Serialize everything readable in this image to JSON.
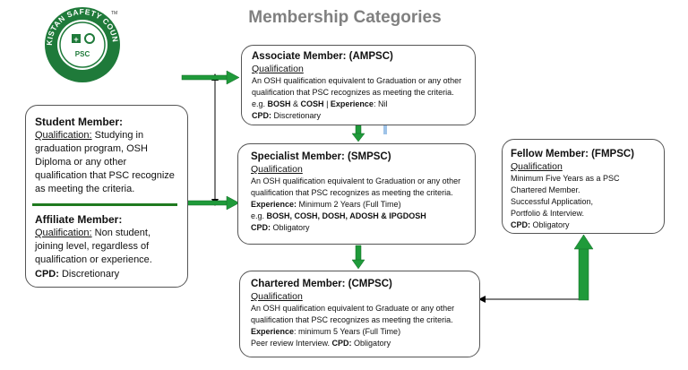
{
  "title": "Membership Categories",
  "logo": {
    "text": "PAKISTAN SAFETY COUNCIL",
    "abbr": "PSC",
    "tm": "TM"
  },
  "student": {
    "heading": "Student Member:",
    "qual_label": "Qualification:",
    "qual_text": " Studying in graduation program, OSH Diploma or any other qualification that PSC recognize as meeting the criteria."
  },
  "affiliate": {
    "heading": "Affiliate Member:",
    "qual_label": "Qualification:",
    "qual_text": "  Non student, joining level, regardless of qualification or experience.",
    "cpd_label": "CPD:",
    "cpd_text": " Discretionary"
  },
  "associate": {
    "heading": "Associate Member: (AMPSC)",
    "qual_label": "Qualification",
    "desc": "An OSH qualification equivalent to Graduation  or any other qualification that PSC recognizes as meeting the criteria.  e.g. ",
    "b1": "BOSH",
    "amp": " & ",
    "b2": "COSH",
    "sep": " | ",
    "exp_label": "Experience",
    "exp_text": ": Nil",
    "cpd_label": "CPD:",
    "cpd_text": " Discretionary"
  },
  "specialist": {
    "heading": "Specialist Member: (SMPSC)",
    "qual_label": "Qualification",
    "desc": "An OSH qualification equivalent to Graduation  or any other qualification that PSC recognizes as meeting the criteria.  ",
    "exp_label": "Experience:",
    "exp_text": " Minimum  2 Years (Full Time)",
    "eg": "e.g.  ",
    "courses": "BOSH, COSH, DOSH, ADOSH & IPGDOSH",
    "cpd_label": "CPD:",
    "cpd_text": " Obligatory"
  },
  "chartered": {
    "heading": "Chartered Member: (CMPSC)",
    "qual_label": "Qualification",
    "desc": "An OSH qualification equivalent to Graduate or any other qualification  that  PSC recognizes as meeting the criteria.",
    "exp_label": "Experience",
    "exp_text": ": minimum  5 Years (Full Time)",
    "peer": "Peer review Interview.  ",
    "cpd_label": "CPD:",
    "cpd_text": " Obligatory"
  },
  "fellow": {
    "heading": "Fellow Member: (FMPSC)",
    "qual_label": "Qualification",
    "l1": "Minimum Five Years as a PSC",
    "l2": "Chartered Member.",
    "l3": "Successful Application,",
    "l4": "Portfolio & Interview.",
    "cpd_label": "CPD:",
    "cpd_text": " Obligatory"
  },
  "colors": {
    "arrow_green": "#1f9a3a",
    "arrow_dark": "#146b27",
    "title_gray": "#808080"
  }
}
